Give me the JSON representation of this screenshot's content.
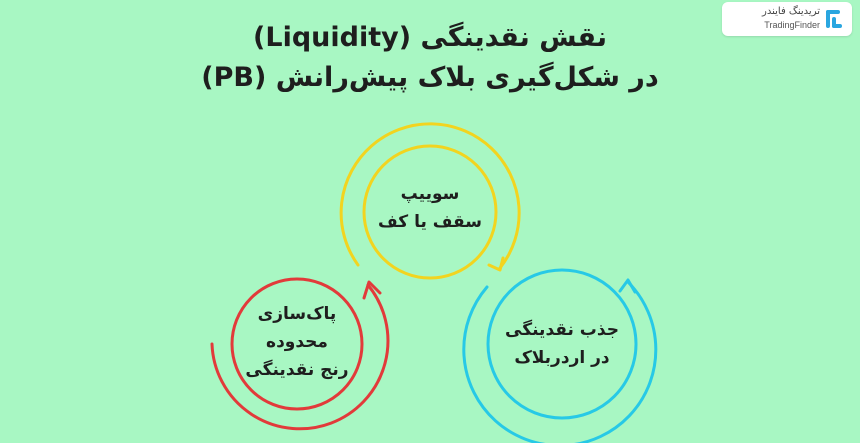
{
  "title": {
    "line1": "نقش نقدینگی (Liquidity)",
    "line2": "در شکل‌گیری بلاک پیش‌رانش (PB)"
  },
  "logo": {
    "name_fa": "تریدینگ فایندر",
    "name_en": "TradingFinder"
  },
  "nodes": [
    {
      "line1": "سوییپ",
      "line2": "سقف یا کف",
      "color": "#f2d41f"
    },
    {
      "line1": "جذب نقدینگی",
      "line2": "در اردربلاک",
      "color": "#27c9e6"
    },
    {
      "line1": "پاک‌سازی",
      "line2": "محدوده",
      "line3": "رنج نقدینگی",
      "color": "#e23a3a"
    }
  ]
}
